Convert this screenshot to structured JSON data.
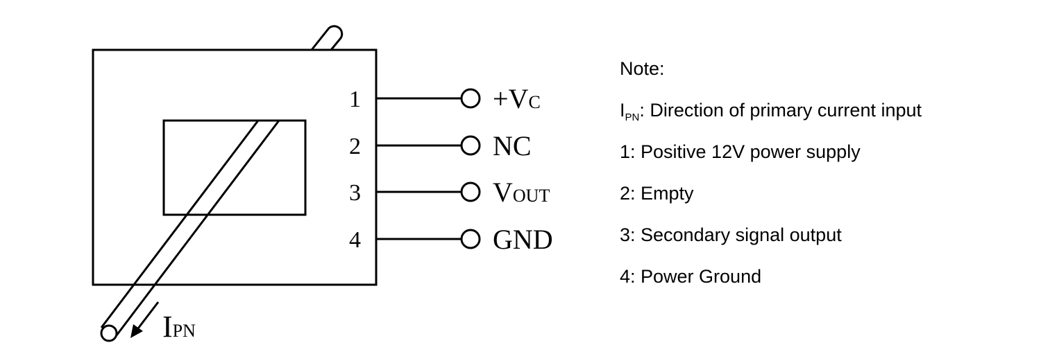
{
  "diagram": {
    "pins": [
      {
        "number": "1",
        "signal_main": "+V",
        "signal_sub": "C"
      },
      {
        "number": "2",
        "signal_main": "NC",
        "signal_sub": ""
      },
      {
        "number": "3",
        "signal_main": "V",
        "signal_sub": "OUT"
      },
      {
        "number": "4",
        "signal_main": "GND",
        "signal_sub": ""
      }
    ],
    "current_label": {
      "main": "I",
      "sub": "PN"
    }
  },
  "notes": {
    "heading": "Note:",
    "ipn_main": "I",
    "ipn_sub": "PN",
    "ipn_text": ":  Direction of primary current input",
    "items": [
      "1: Positive 12V power supply",
      "2: Empty",
      "3: Secondary signal output",
      "4: Power Ground"
    ]
  }
}
